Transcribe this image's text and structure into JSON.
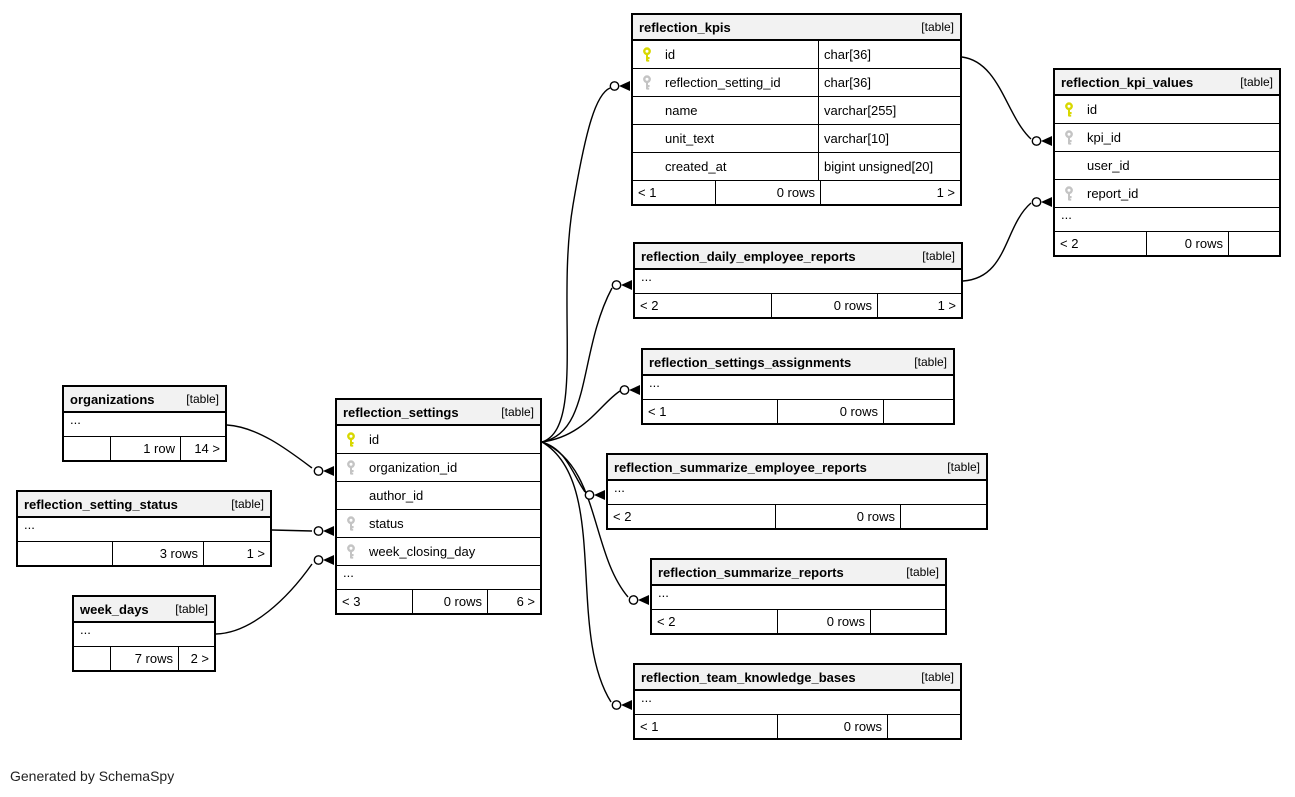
{
  "page": {
    "footer_note": "Generated by SchemaSpy"
  },
  "colors": {
    "pk_key": "#d8d800",
    "fk_key": "#c4c4c4",
    "header_bg": "#f2f2f2",
    "border": "#000000"
  },
  "tables": {
    "reflection_kpis": {
      "name": "reflection_kpis",
      "tag": "[table]",
      "columns": [
        {
          "name": "id",
          "type": "char[36]",
          "key": "pk"
        },
        {
          "name": "reflection_setting_id",
          "type": "char[36]",
          "key": "fk"
        },
        {
          "name": "name",
          "type": "varchar[255]",
          "key": null
        },
        {
          "name": "unit_text",
          "type": "varchar[10]",
          "key": null
        },
        {
          "name": "created_at",
          "type": "bigint unsigned[20]",
          "key": null
        }
      ],
      "ellipsis": false,
      "footer": {
        "left": "< 1",
        "center": "0 rows",
        "right": "1 >"
      }
    },
    "reflection_kpi_values": {
      "name": "reflection_kpi_values",
      "tag": "[table]",
      "columns": [
        {
          "name": "id",
          "key": "pk"
        },
        {
          "name": "kpi_id",
          "key": "fk"
        },
        {
          "name": "user_id",
          "key": null
        },
        {
          "name": "report_id",
          "key": "fk"
        }
      ],
      "ellipsis": true,
      "footer": {
        "left": "< 2",
        "center": "0 rows",
        "right": ""
      }
    },
    "reflection_daily_employee_reports": {
      "name": "reflection_daily_employee_reports",
      "tag": "[table]",
      "columns": [],
      "ellipsis": true,
      "footer": {
        "left": "< 2",
        "center": "0 rows",
        "right": "1 >"
      }
    },
    "reflection_settings_assignments": {
      "name": "reflection_settings_assignments",
      "tag": "[table]",
      "columns": [],
      "ellipsis": true,
      "footer": {
        "left": "< 1",
        "center": "0 rows",
        "right": ""
      }
    },
    "reflection_summarize_employee_reports": {
      "name": "reflection_summarize_employee_reports",
      "tag": "[table]",
      "columns": [],
      "ellipsis": true,
      "footer": {
        "left": "< 2",
        "center": "0 rows",
        "right": ""
      }
    },
    "reflection_summarize_reports": {
      "name": "reflection_summarize_reports",
      "tag": "[table]",
      "columns": [],
      "ellipsis": true,
      "footer": {
        "left": "< 2",
        "center": "0 rows",
        "right": ""
      }
    },
    "reflection_team_knowledge_bases": {
      "name": "reflection_team_knowledge_bases",
      "tag": "[table]",
      "columns": [],
      "ellipsis": true,
      "footer": {
        "left": "< 1",
        "center": "0 rows",
        "right": ""
      }
    },
    "organizations": {
      "name": "organizations",
      "tag": "[table]",
      "columns": [],
      "ellipsis": true,
      "footer": {
        "left": "",
        "center": "1 row",
        "right": "14 >"
      }
    },
    "reflection_setting_status": {
      "name": "reflection_setting_status",
      "tag": "[table]",
      "columns": [],
      "ellipsis": true,
      "footer": {
        "left": "",
        "center": "3 rows",
        "right": "1 >"
      }
    },
    "week_days": {
      "name": "week_days",
      "tag": "[table]",
      "columns": [],
      "ellipsis": true,
      "footer": {
        "left": "",
        "center": "7 rows",
        "right": "2 >"
      }
    },
    "reflection_settings": {
      "name": "reflection_settings",
      "tag": "[table]",
      "columns": [
        {
          "name": "id",
          "key": "pk"
        },
        {
          "name": "organization_id",
          "key": "fk"
        },
        {
          "name": "author_id",
          "key": null
        },
        {
          "name": "status",
          "key": "fk"
        },
        {
          "name": "week_closing_day",
          "key": "fk"
        }
      ],
      "ellipsis": true,
      "footer": {
        "left": "< 3",
        "center": "0 rows",
        "right": "6 >"
      }
    }
  }
}
